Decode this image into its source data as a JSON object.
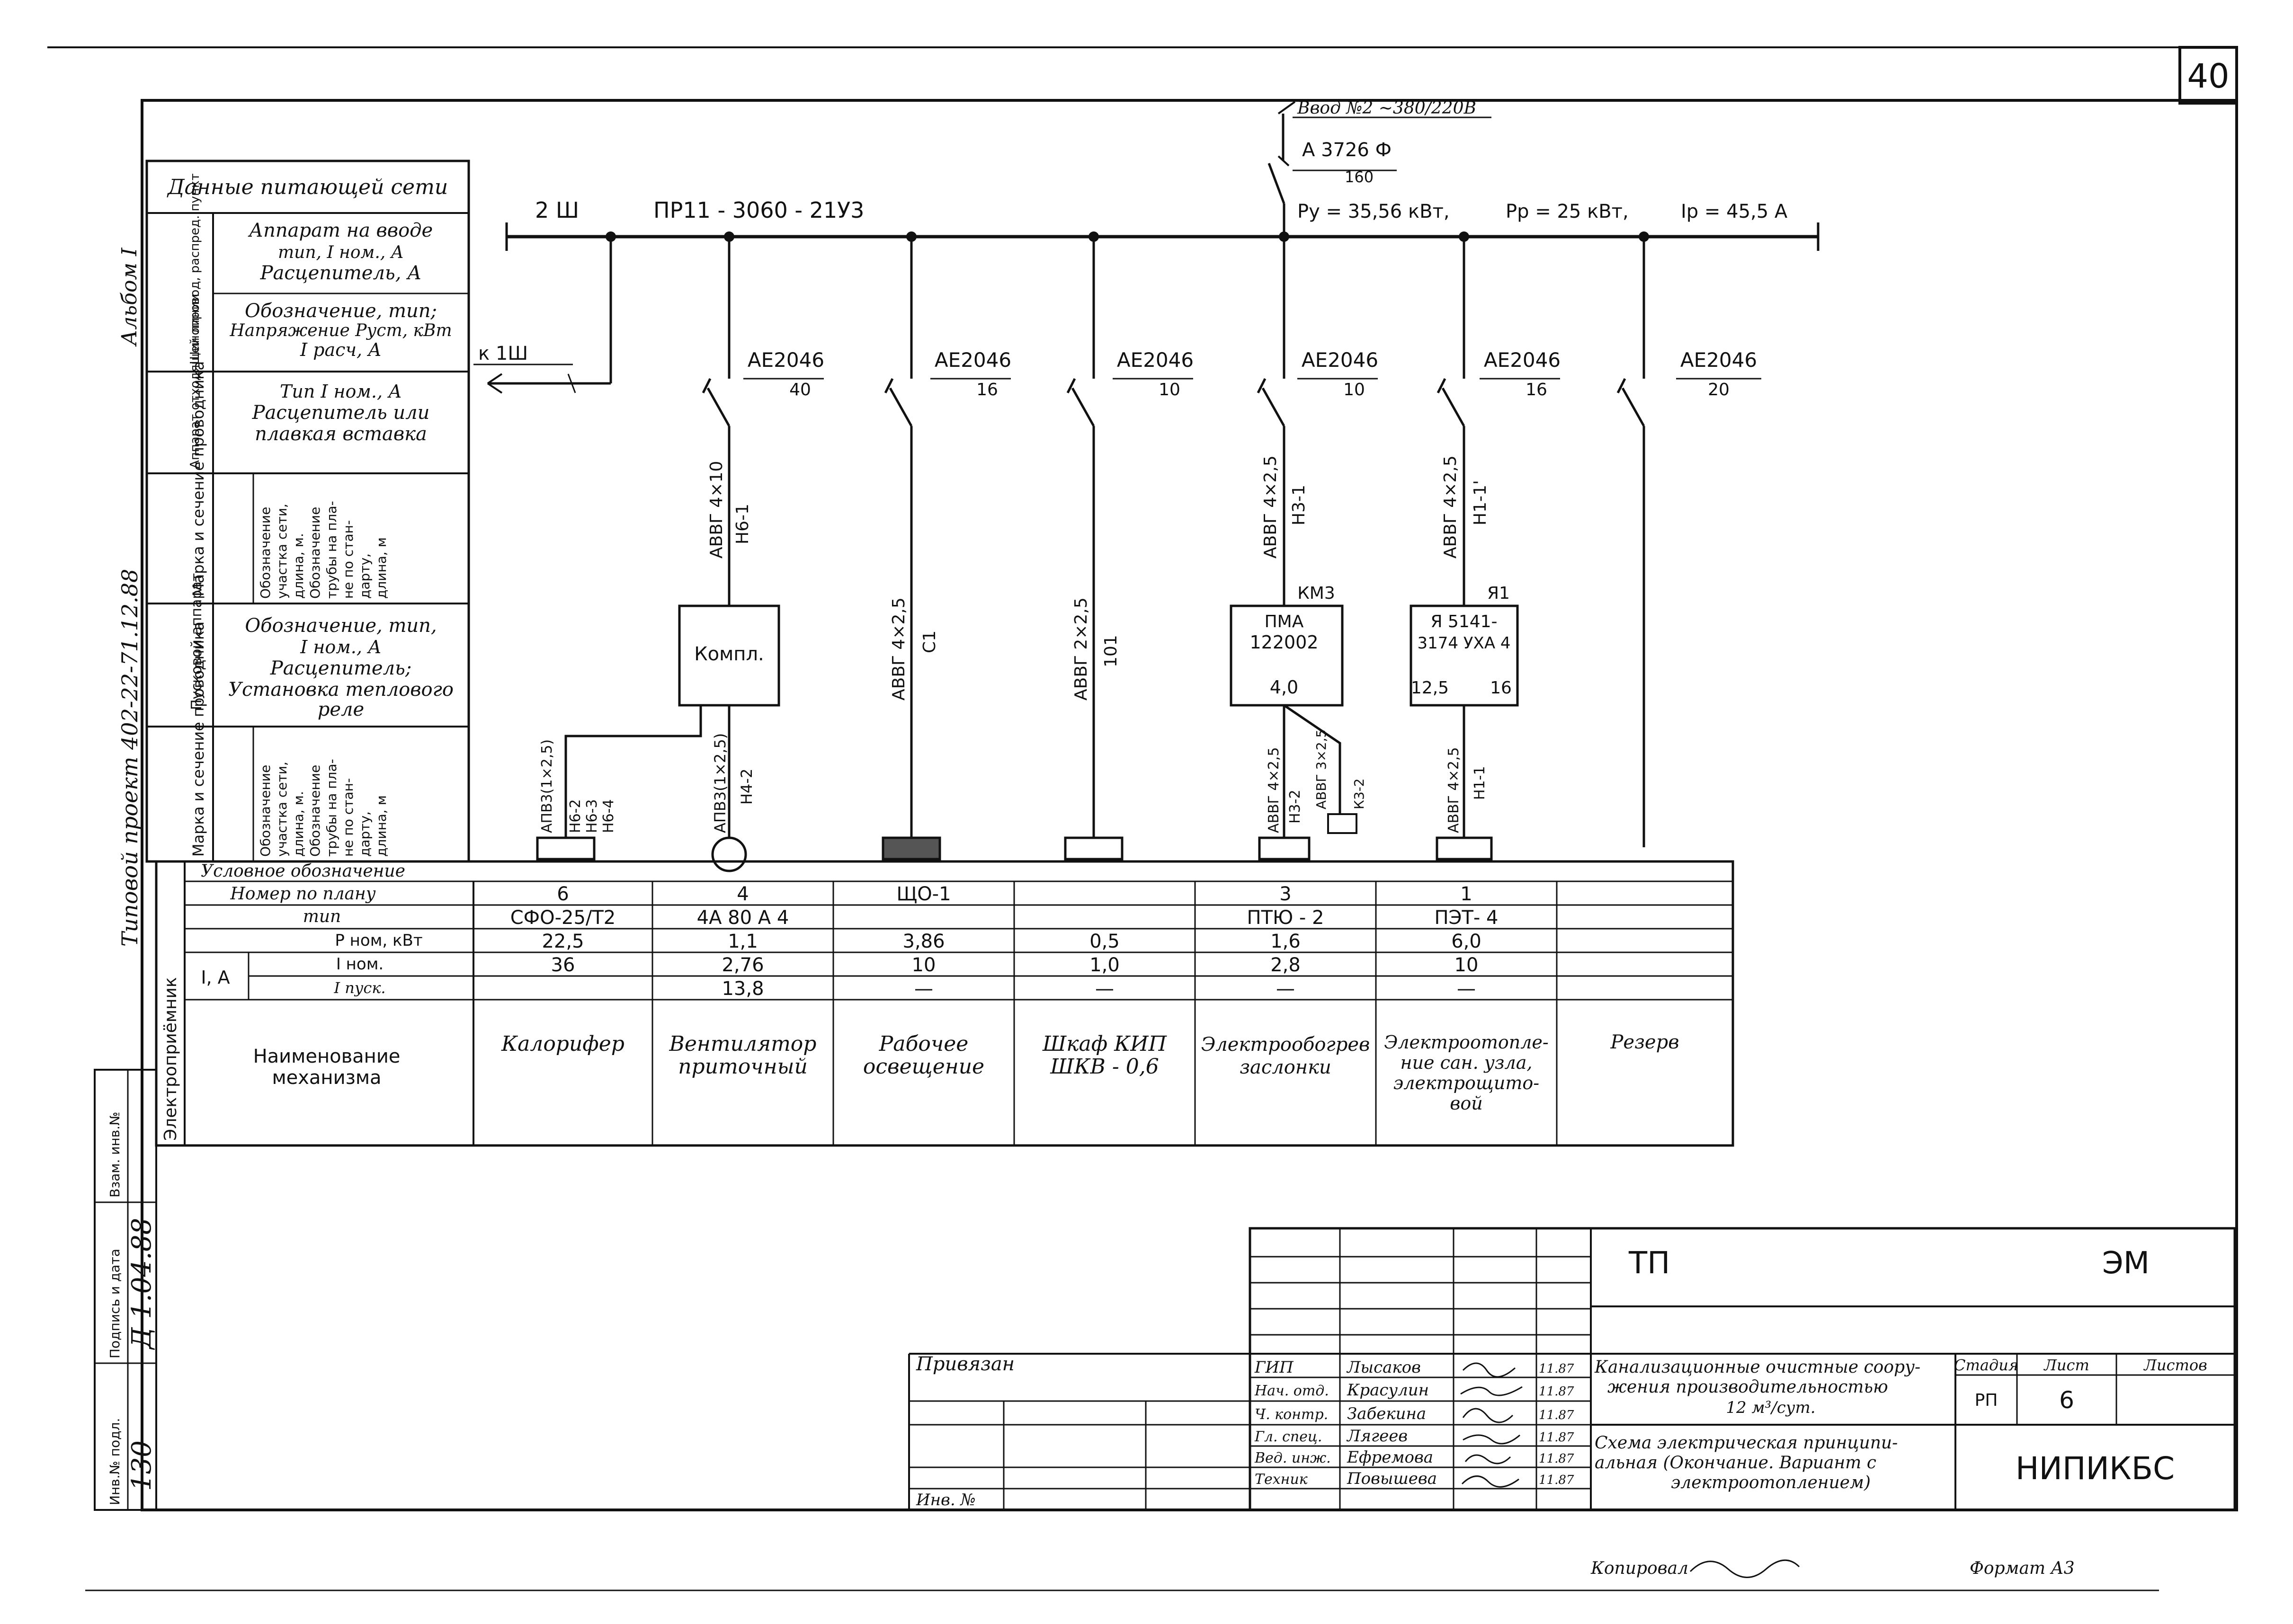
{
  "sheet": {
    "number": "40",
    "side_labels": {
      "album": "Альбом I",
      "project": "Типовой проект 402-22-71.12.88"
    },
    "left_strip": [
      "Инв.№ подл.",
      "Подпись и дата",
      "Взам. инв.№"
    ],
    "left_strip_values": [
      "130",
      "Д 1.04.88"
    ]
  },
  "row_header": {
    "supply_data": "Данные питающей сети",
    "busbar_group": "Шинопровод, распред. пункт",
    "busbar_row1": [
      "Аппарат на вводе",
      "тип, I ном., А",
      "Расцепитель, А"
    ],
    "busbar_row2": [
      "Обозначение, тип;",
      "Напряжение Руст, кВт",
      "I расч, А"
    ],
    "outgoing_group": "Аппарат отходящей линии",
    "outgoing_row": [
      "Тип   I ном., А",
      "Расцепитель или",
      "плавкая вставка"
    ],
    "cable_group_1": "Марка и сечение проводника",
    "cable_row": [
      "Обозначение",
      "участка сети,",
      "длина, м.",
      "Обозначение",
      "трубы на пла-",
      "не по стан-",
      "дарту,",
      "длина, м"
    ],
    "starter_group": "Пусковой аппарат",
    "starter_row": [
      "Обозначение, тип,",
      "I ном., А",
      "Расцепитель;",
      "Установка теплового",
      "реле"
    ],
    "cable_group_2": "Марка и сечение проводника",
    "receiver_group": "Электроприёмник",
    "conv_sign": "Условное обозначение",
    "plan_no": "Номер по плану",
    "type": "тип",
    "pnom": "Р ном, кВт",
    "ia": "I, A",
    "inom": "I ном.",
    "istart": "I пуск.",
    "mech_name": [
      "Наименование",
      "механизма"
    ]
  },
  "bus": {
    "label": "2 Ш",
    "type": "ПР11 - 3060 - 21У3",
    "feeder_out": "к 1Ш",
    "input": "Ввод №2 ~380/220В",
    "input_breaker": "А 3726 Ф",
    "input_breaker_rating": "160",
    "py": "Ру = 35,56 кВт,",
    "pp": "Рр = 25 кВт,",
    "ip": "Iр = 45,5 А"
  },
  "feeders": [
    {
      "breaker": "",
      "rating": "",
      "cable1": "",
      "line1": "",
      "starter": [],
      "cable2": [
        "АПВ3(1×2,5)",
        "Н6-2",
        "Н6-3",
        "Н6-4"
      ],
      "plan_no": "6",
      "type": "СФО-25/Т2",
      "pnom": "22,5",
      "inom": "36",
      "istart": "",
      "name": [
        "Калорифер"
      ]
    },
    {
      "breaker": "АЕ2046",
      "rating": "40",
      "cable1": "АВВГ 4×10",
      "line1": "Н6-1",
      "starter": [
        "Компл."
      ],
      "cable2": [
        "АПВ3(1×2,5)",
        "Н4-2"
      ],
      "plan_no": "4",
      "type": "4А 80 А 4",
      "pnom": "1,1",
      "inom": "2,76",
      "istart": "13,8",
      "name": [
        "Вентилятор",
        "приточный"
      ]
    },
    {
      "breaker": "АЕ2046",
      "rating": "16",
      "cable1": "АВВГ 4×2,5",
      "line1": "С1",
      "starter": [],
      "cable2": [],
      "plan_no": "ЩО-1",
      "type": "",
      "pnom": "3,86",
      "inom": "10",
      "istart": "—",
      "name": [
        "Рабочее",
        "освещение"
      ]
    },
    {
      "breaker": "АЕ2046",
      "rating": "10",
      "cable1": "АВВГ 2×2,5",
      "line1": "101",
      "starter": [],
      "cable2": [],
      "plan_no": "",
      "type": "",
      "pnom": "0,5",
      "inom": "1,0",
      "istart": "—",
      "name": [
        "Шкаф КИП",
        "ШКВ - 0,6"
      ]
    },
    {
      "breaker": "АЕ2046",
      "rating": "10",
      "cable1": "АВВГ 4×2,5",
      "line1": "Н3-1",
      "starter_tag": "КМ3",
      "starter": [
        "ПМА",
        "122002",
        "4,0"
      ],
      "cable2": [
        "АВВГ 4×2,5",
        "Н3-2",
        "АВВГ 3×2,5",
        "К3-2"
      ],
      "plan_no": "3",
      "type": "ПТЮ - 2",
      "pnom": "1,6",
      "inom": "2,8",
      "istart": "—",
      "name": [
        "Электрообогрев",
        "заслонки"
      ]
    },
    {
      "breaker": "АЕ2046",
      "rating": "16",
      "cable1": "АВВГ 4×2,5",
      "line1": "Н1-1'",
      "starter_tag": "Я1",
      "starter": [
        "Я 5141-",
        "3174 УХА 4",
        "12,5",
        "16"
      ],
      "cable2": [
        "АВВГ 4×2,5",
        "Н1-1"
      ],
      "plan_no": "1",
      "type": "ПЭТ- 4",
      "pnom": "6,0",
      "inom": "10",
      "istart": "—",
      "name": [
        "Электроотопле-",
        "ние сан. узла,",
        "электрощито-",
        "вой"
      ]
    },
    {
      "breaker": "АЕ2046",
      "rating": "20",
      "cable1": "",
      "line1": "",
      "starter": [],
      "cable2": [],
      "plan_no": "",
      "type": "",
      "pnom": "",
      "inom": "",
      "istart": "",
      "name": [
        "Резерв"
      ]
    }
  ],
  "title_block": {
    "code_left": "ТП",
    "code_right": "ЭМ",
    "checked": "Привязан",
    "inv": "Инв. №",
    "roles": [
      "ГИП",
      "Нач. отд.",
      "Ч. контр.",
      "Гл. спец.",
      "Вед. инж.",
      "Техник"
    ],
    "names": [
      "Лысаков",
      "Красулин",
      "Забекина",
      "Лягеев",
      "Ефремова",
      "Повышева"
    ],
    "dates": [
      "11.87",
      "11.87",
      "11.87",
      "11.87",
      "11.87",
      "11.87"
    ],
    "object": [
      "Канализационные очистные соору-",
      "жения производительностью",
      "12 м³/сут."
    ],
    "drawing": [
      "Схема электрическая принципи-",
      "альная (Окончание. Вариант с",
      "электроотоплением)"
    ],
    "stage_h": "Стадия",
    "sheet_h": "Лист",
    "sheets_h": "Листов",
    "stage": "РП",
    "sheet_no": "6",
    "org": "НИПИКБС"
  },
  "footer": {
    "copied": "Копировал",
    "format": "Формат А3"
  }
}
